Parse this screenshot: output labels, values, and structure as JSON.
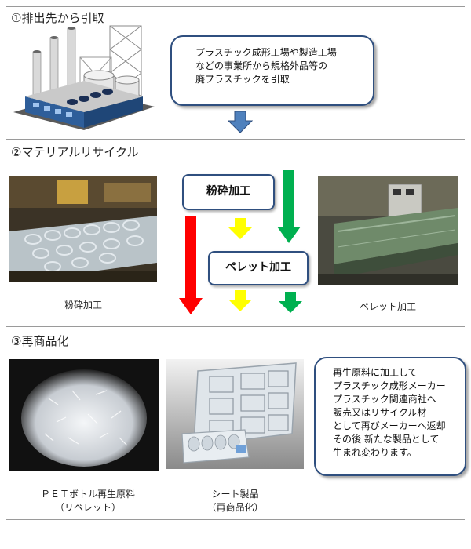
{
  "section1": {
    "title": "①排出先から引取",
    "callout_lines": [
      "プラスチック成形工場や製造工場",
      "などの事業所から規格外品等の",
      "廃プラスチックを引取"
    ]
  },
  "section2": {
    "title": "②マテリアルリサイクル",
    "box_crush": "粉砕加工",
    "box_pellet": "ペレット加工",
    "caption_left": "粉砕加工",
    "caption_right": "ペレット加工"
  },
  "section3": {
    "title": "③再商品化",
    "caption1_line1": "ＰＥＴボトル再生原料",
    "caption1_line2": "（リペレット）",
    "caption2_line1": "シート製品",
    "caption2_line2": "（再商品化）",
    "callout_lines": [
      "再生原料に加工して",
      "プラスチック成形メーカー",
      "プラスチック関連商社へ",
      "販売又はリサイクル材",
      "として再びメーカーへ返却",
      "その後 新たな製品として",
      "生まれ変わります。"
    ]
  },
  "colors": {
    "frame_blue": "#2f4f7f",
    "arrow_blue": "#4f81bd",
    "arrow_red": "#ff0000",
    "arrow_yellow": "#ffff00",
    "arrow_green": "#00b050"
  }
}
